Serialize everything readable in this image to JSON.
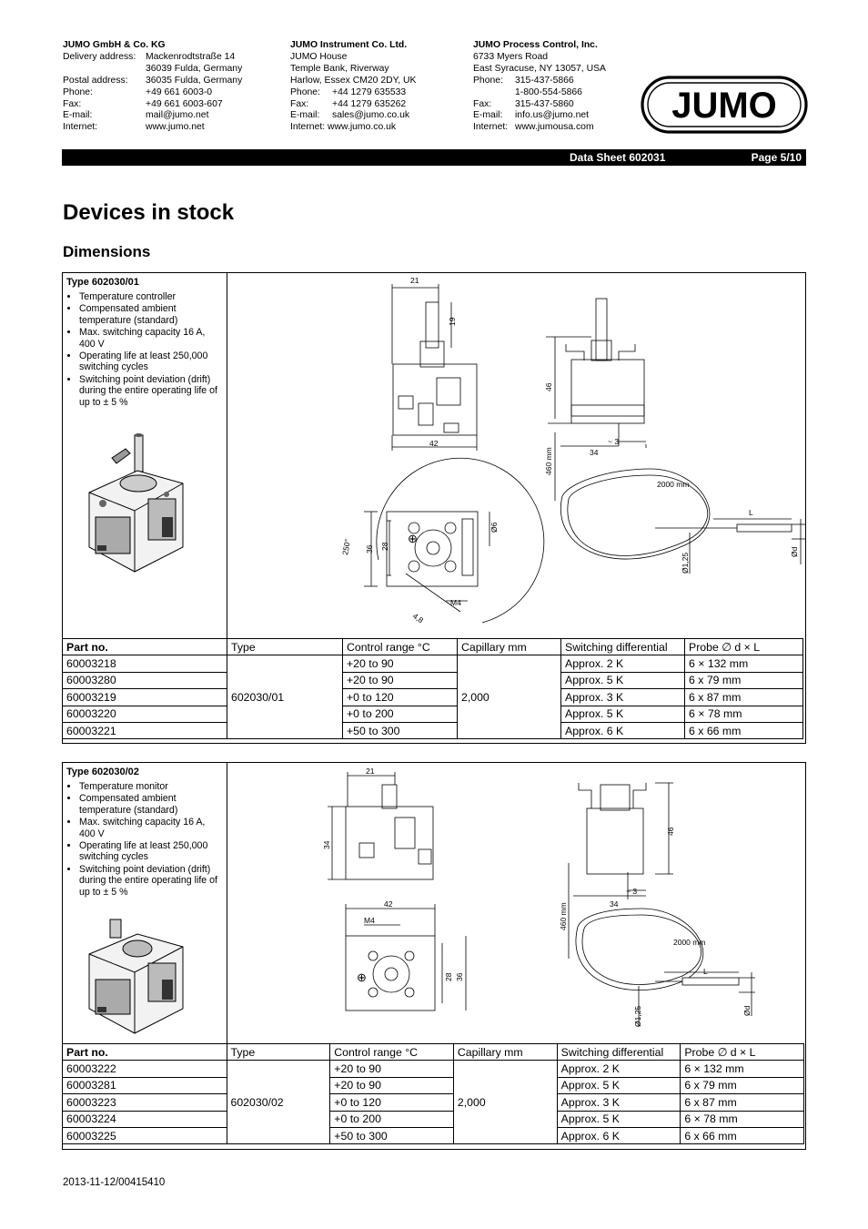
{
  "addresses": [
    {
      "company": "JUMO GmbH & Co. KG",
      "rows": [
        [
          "Delivery address:",
          "Mackenrodtstraße 14"
        ],
        [
          "",
          "36039 Fulda, Germany"
        ],
        [
          "Postal address:",
          "36035 Fulda, Germany"
        ],
        [
          "Phone:",
          "+49 661 6003-0"
        ],
        [
          "Fax:",
          "+49 661 6003-607"
        ],
        [
          "E-mail:",
          "mail@jumo.net"
        ],
        [
          "Internet:",
          "www.jumo.net"
        ]
      ]
    },
    {
      "company": "JUMO Instrument Co. Ltd.",
      "lines": [
        "JUMO House",
        "Temple Bank, Riverway",
        "Harlow, Essex CM20 2DY, UK"
      ],
      "rows": [
        [
          "Phone:",
          "+44 1279 635533"
        ],
        [
          "Fax:",
          "+44 1279 635262"
        ],
        [
          "E-mail:",
          "sales@jumo.co.uk"
        ]
      ],
      "internet": "Internet: www.jumo.co.uk"
    },
    {
      "company": "JUMO Process Control, Inc.",
      "lines": [
        "6733 Myers Road",
        "East Syracuse, NY 13057, USA"
      ],
      "rows": [
        [
          "Phone:",
          "315-437-5866"
        ],
        [
          "",
          "1-800-554-5866"
        ],
        [
          "Fax:",
          "315-437-5860"
        ],
        [
          "E-mail:",
          "info.us@jumo.net"
        ],
        [
          "Internet:",
          "www.jumousa.com"
        ]
      ]
    }
  ],
  "logo_text": "JUMO",
  "header_bar": {
    "datasheet": "Data Sheet 602031",
    "page": "Page 5/10"
  },
  "title": "Devices in stock",
  "subtitle": "Dimensions",
  "table_headers": [
    "Part no.",
    "Type",
    "Control range °C",
    "Capillary mm",
    "Switching differential",
    "Probe ∅ d × L"
  ],
  "blocks": [
    {
      "type_title": "Type 602030/01",
      "features": [
        "Temperature controller",
        "Compensated ambient temperature (standard)",
        "Max. switching capacity 16 A, 400 V",
        "Operating life at least 250,000 switching cycles",
        "Switching point deviation (drift) during the entire operating life of up to ± 5 %"
      ],
      "type": "602030/01",
      "capillary": "2,000",
      "dims": {
        "d21": "21",
        "d19": "19",
        "d42": "42",
        "d46": "46",
        "d3": "~ 3",
        "d34": "34",
        "d460": "460 mm",
        "d2000": "2000 mm",
        "L": "L",
        "od": "Ød",
        "o125": "Ø1,25",
        "d36": "36",
        "d28": "28",
        "d250": "250°",
        "o6": "Ø6",
        "m4": "M4",
        "d48": "4,8"
      },
      "rows": [
        {
          "part": "60003218",
          "range": "+20 to 90",
          "diff": "Approx. 2 K",
          "probe": "6 × 132 mm"
        },
        {
          "part": "60003280",
          "range": "+20 to 90",
          "diff": "Approx. 5 K",
          "probe": "6 x 79 mm"
        },
        {
          "part": "60003219",
          "range": "+0 to 120",
          "diff": "Approx. 3 K",
          "probe": "6 x 87 mm"
        },
        {
          "part": "60003220",
          "range": "+0 to 200",
          "diff": "Approx. 5 K",
          "probe": "6 × 78 mm"
        },
        {
          "part": "60003221",
          "range": "+50 to 300",
          "diff": "Approx. 6 K",
          "probe": "6 x 66 mm"
        }
      ]
    },
    {
      "type_title": "Type 602030/02",
      "features": [
        "Temperature monitor",
        "Compensated ambient temperature (standard)",
        "Max. switching capacity 16 A, 400 V",
        "Operating life at least 250,000 switching cycles",
        "Switching point deviation (drift) during the entire operating life of up to ± 5 %"
      ],
      "type": "602030/02",
      "capillary": "2,000",
      "dims": {
        "d21": "21",
        "d34": "34",
        "d46": "46",
        "d42": "42",
        "m4": "M4",
        "d28": "28",
        "d36": "36",
        "d3": "~ 3",
        "d34b": "34",
        "d460": "460 mm",
        "d2000": "2000 mm",
        "L": "L",
        "od": "Ød",
        "o125": "Ø1,25"
      },
      "rows": [
        {
          "part": "60003222",
          "range": "+20 to 90",
          "diff": "Approx. 2 K",
          "probe": "6 × 132 mm"
        },
        {
          "part": "60003281",
          "range": "+20 to 90",
          "diff": "Approx. 5 K",
          "probe": "6 x 79 mm"
        },
        {
          "part": "60003223",
          "range": "+0 to 120",
          "diff": "Approx. 3 K",
          "probe": "6 x 87 mm"
        },
        {
          "part": "60003224",
          "range": "+0 to 200",
          "diff": "Approx. 5 K",
          "probe": "6 × 78 mm"
        },
        {
          "part": "60003225",
          "range": "+50 to 300",
          "diff": "Approx. 6 K",
          "probe": "6 x 66 mm"
        }
      ]
    }
  ],
  "footer": "2013-11-12/00415410"
}
